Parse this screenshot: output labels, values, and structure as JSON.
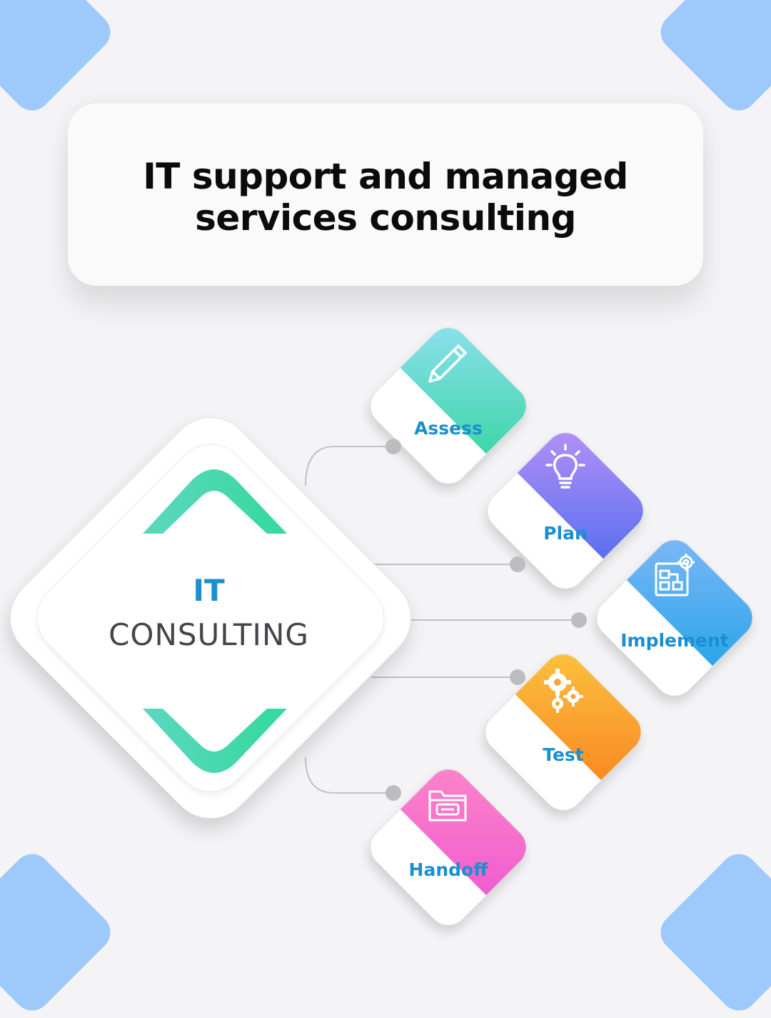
{
  "title": "IT support and managed services consulting",
  "center": {
    "line1": "IT",
    "line2": "CONSULTING"
  },
  "steps": [
    {
      "label": "Assess",
      "icon": "pencil-icon",
      "colors": [
        "#8fe0ef",
        "#3ed6a8"
      ]
    },
    {
      "label": "Plan",
      "icon": "lightbulb-icon",
      "colors": [
        "#b592f7",
        "#5b6ff0"
      ]
    },
    {
      "label": "Implement",
      "icon": "blueprint-gear-icon",
      "colors": [
        "#7fb7f6",
        "#2ba6ea"
      ]
    },
    {
      "label": "Test",
      "icon": "gears-icon",
      "colors": [
        "#fbc33e",
        "#f98a24"
      ]
    },
    {
      "label": "Handoff",
      "icon": "folder-icon",
      "colors": [
        "#fc85c8",
        "#f05dd0"
      ]
    }
  ],
  "colors": {
    "accent_text": "#1a8fd0",
    "chevron": "#4fdcb0",
    "corner_shapes": "#9ec9fb"
  }
}
